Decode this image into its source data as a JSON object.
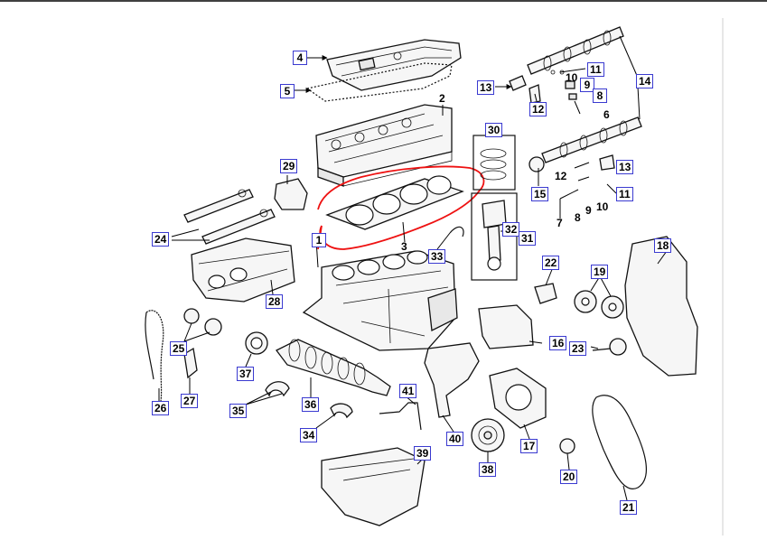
{
  "diagram": {
    "callouts": [
      "1",
      "2",
      "3",
      "4",
      "5",
      "6",
      "7",
      "8",
      "9",
      "10",
      "11",
      "12",
      "13",
      "14",
      "15",
      "16",
      "17",
      "18",
      "19",
      "20",
      "21",
      "22",
      "23",
      "24",
      "25",
      "26",
      "27",
      "28",
      "29",
      "30",
      "31",
      "32",
      "33",
      "34",
      "35",
      "36",
      "37",
      "38",
      "39",
      "40",
      "41"
    ],
    "highlight_color": "#e11111",
    "label_border_color": "#3a3ad0"
  }
}
